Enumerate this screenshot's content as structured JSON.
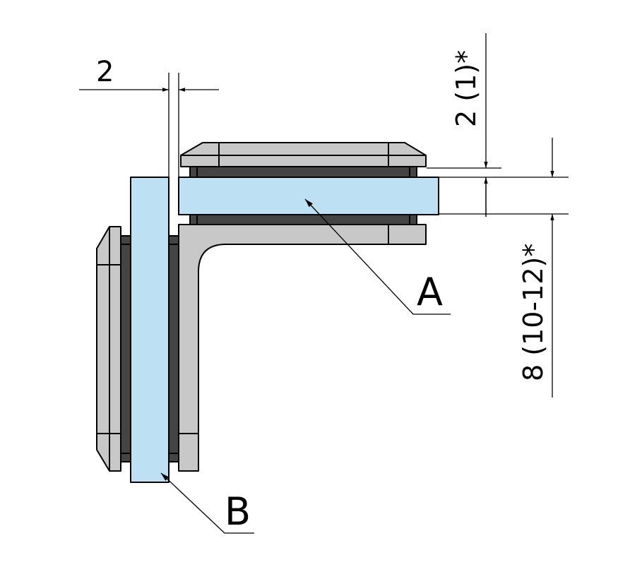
{
  "colors": {
    "glass": "#bde0f2",
    "metal": "#c8c8c8",
    "gasket": "#444444",
    "line": "#000000"
  },
  "dimensions": {
    "gap": "2",
    "top_thickness": "2 (1)*",
    "glass_thickness": "8 (10-12)*"
  },
  "labels": {
    "glass_a": "A",
    "glass_b": "B"
  }
}
